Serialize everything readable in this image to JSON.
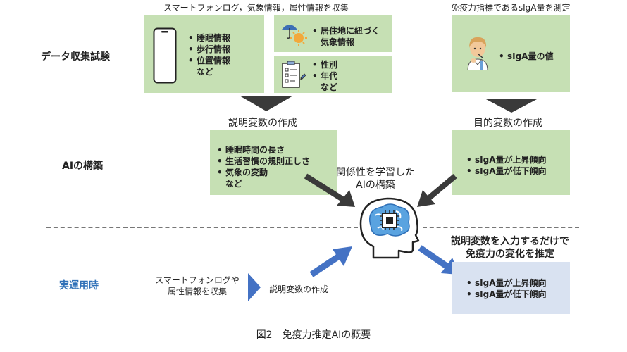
{
  "top_captions": {
    "left": "スマートフォンログ，気象情報，属性情報を収集",
    "right": "免疫力指標であるsIgA量を測定"
  },
  "rows": {
    "data_collection": "データ収集試験",
    "ai_build": "AIの構築",
    "operation": "実運用時"
  },
  "phone_box": {
    "items": [
      {
        "text": "睡眠情報",
        "bullet": true
      },
      {
        "text": "歩行情報",
        "bullet": true
      },
      {
        "text": "位置情報",
        "bullet": true
      },
      {
        "text": "など",
        "bullet": false
      }
    ]
  },
  "weather_box": {
    "items": [
      {
        "text": "居住地に紐づく",
        "bullet": true
      },
      {
        "text": "気象情報",
        "bullet": false
      }
    ]
  },
  "attr_box": {
    "items": [
      {
        "text": "性別",
        "bullet": true
      },
      {
        "text": "年代",
        "bullet": true
      },
      {
        "text": "など",
        "bullet": false
      }
    ]
  },
  "siga_box": {
    "items": [
      {
        "text": "sIgA量の値",
        "bullet": true
      }
    ]
  },
  "explanatory": {
    "heading": "説明変数の作成",
    "items": [
      {
        "text": "睡眠時間の長さ",
        "bullet": true
      },
      {
        "text": "生活習慣の規則正しさ",
        "bullet": true
      },
      {
        "text": "気象の変動",
        "bullet": true
      },
      {
        "text": "など",
        "bullet": false
      }
    ]
  },
  "objective": {
    "heading": "目的変数の作成",
    "items": [
      {
        "text": "sIgA量が上昇傾向",
        "bullet": true
      },
      {
        "text": "sIgA量が低下傾向",
        "bullet": true
      }
    ]
  },
  "ai_label": {
    "line1": "関係性を学習した",
    "line2": "AIの構築"
  },
  "operation": {
    "collect_line1": "スマートフォンログや",
    "collect_line2": "属性情報を収集",
    "explanatory": "説明変数の作成",
    "estimate_line1": "説明変数を入力するだけで",
    "estimate_line2": "免疫力の変化を推定",
    "result_items": [
      {
        "text": "sIgA量が上昇傾向",
        "bullet": true
      },
      {
        "text": "sIgA量が低下傾向",
        "bullet": true
      }
    ]
  },
  "figure_caption": "図2　免疫力推定AIの概要",
  "colors": {
    "green_box": "#c6e0b4",
    "blue_box": "#d9e2f1",
    "dark_arrow": "#3a3a3a",
    "blue_arrow": "#4472c4",
    "operation_label": "#2e6fb7"
  },
  "icons": {
    "phone": "smartphone-icon",
    "weather": "weather-umbrella-sun-icon",
    "checklist": "checklist-clipboard-icon",
    "person": "person-thermometer-icon",
    "brain": "ai-brain-chip-icon"
  }
}
